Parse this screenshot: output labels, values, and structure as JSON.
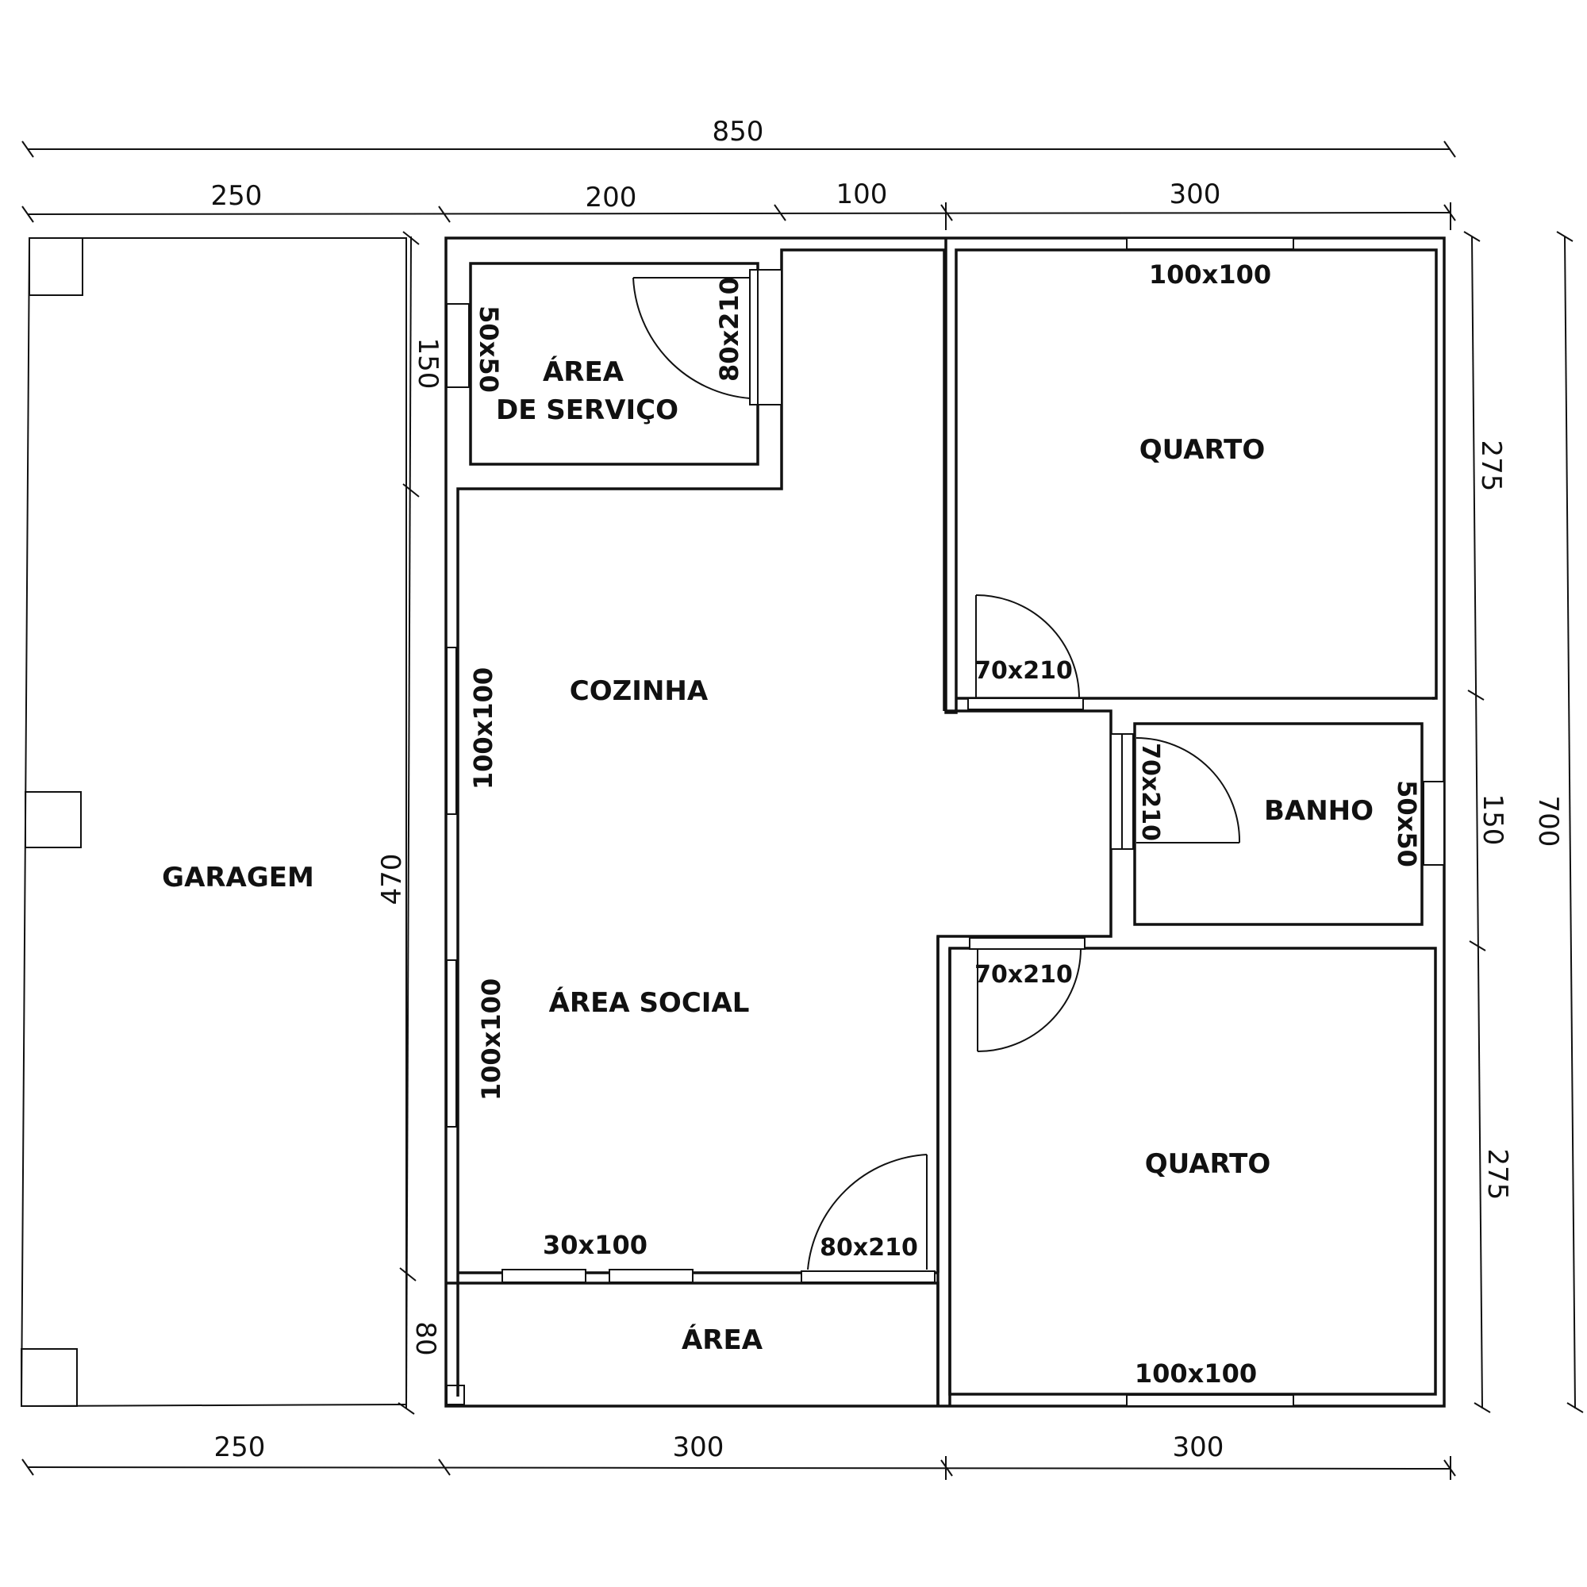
{
  "dimensions": {
    "total_width": "850",
    "top_segments": [
      "250",
      "200",
      "100",
      "300"
    ],
    "bottom_segments": [
      "250",
      "300",
      "300"
    ],
    "right_segments": [
      "275",
      "150",
      "275"
    ],
    "total_height": "700",
    "left_segments": [
      "150",
      "470",
      "80"
    ]
  },
  "rooms": {
    "garagem": "GARAGEM",
    "area_servico_line1": "ÁREA",
    "area_servico_line2": "DE SERVIÇO",
    "cozinha": "COZINHA",
    "area_social": "ÁREA SOCIAL",
    "area": "ÁREA",
    "quarto_top": "QUARTO",
    "banho": "BANHO",
    "quarto_bottom": "QUARTO"
  },
  "openings": {
    "servico_window": "50x50",
    "servico_door": "80x210",
    "cozinha_window": "100x100",
    "social_window": "100x100",
    "social_bottom_window": "30x100",
    "entrance_door": "80x210",
    "quarto_top_window": "100x100",
    "quarto_top_door": "70x210",
    "banho_door": "70x210",
    "banho_window": "50x50",
    "quarto_bottom_door": "70x210",
    "quarto_bottom_window": "100x100"
  }
}
